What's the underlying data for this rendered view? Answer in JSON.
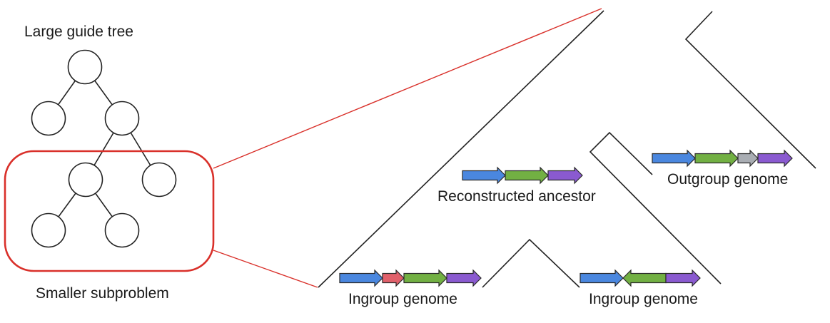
{
  "labels": {
    "guide_tree": "Large guide tree",
    "subproblem": "Smaller subproblem",
    "ancestor": "Reconstructed ancestor",
    "outgroup": "Outgroup genome",
    "ingroup_left": "Ingroup genome",
    "ingroup_right": "Ingroup genome"
  },
  "colors": {
    "blue": "#4a87df",
    "green": "#72b043",
    "purple": "#8a5ad0",
    "red": "#e0606a",
    "gray": "#a9adb3",
    "highlight": "#d9302a"
  },
  "gene_sets": {
    "ancestor": [
      {
        "color": "blue",
        "direction": "right"
      },
      {
        "color": "green",
        "direction": "right"
      },
      {
        "color": "purple",
        "direction": "right"
      }
    ],
    "outgroup": [
      {
        "color": "blue",
        "direction": "right"
      },
      {
        "color": "green",
        "direction": "right"
      },
      {
        "color": "gray",
        "direction": "right"
      },
      {
        "color": "purple",
        "direction": "right"
      }
    ],
    "ingroup_left": [
      {
        "color": "blue",
        "direction": "right"
      },
      {
        "color": "red",
        "direction": "right"
      },
      {
        "color": "green",
        "direction": "right"
      },
      {
        "color": "purple",
        "direction": "right"
      }
    ],
    "ingroup_right": [
      {
        "color": "blue",
        "direction": "right"
      },
      {
        "color": "green",
        "direction": "left"
      },
      {
        "color": "purple",
        "direction": "right"
      }
    ]
  }
}
